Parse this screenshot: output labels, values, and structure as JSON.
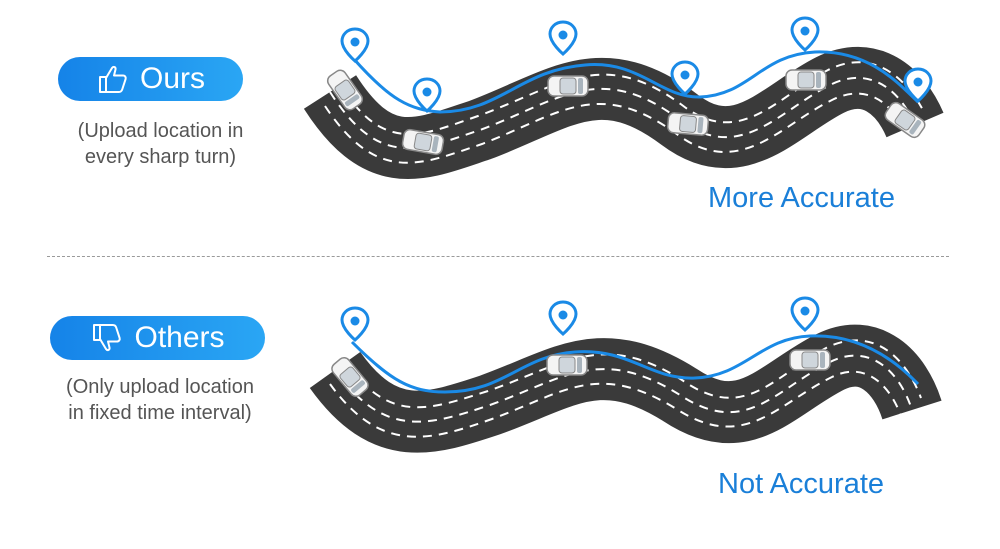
{
  "sections": [
    {
      "id": "ours",
      "badge_label": "Ours",
      "badge_icon": "thumbs-up-icon",
      "note_line1": "(Upload location in",
      "note_line2": "every sharp turn)",
      "verdict": "More Accurate",
      "location_pins": 6,
      "cars": 6
    },
    {
      "id": "others",
      "badge_label": "Others",
      "badge_icon": "thumbs-down-icon",
      "note_line1": "(Only upload location",
      "note_line2": "in fixed time interval)",
      "verdict": "Not Accurate",
      "location_pins": 3,
      "cars": 3
    }
  ],
  "colors": {
    "accent": "#1a7fd8",
    "badge_start": "#1583e8",
    "badge_end": "#2aa6f4",
    "road": "#3a3a3a",
    "route_line": "#1a8ae6"
  }
}
